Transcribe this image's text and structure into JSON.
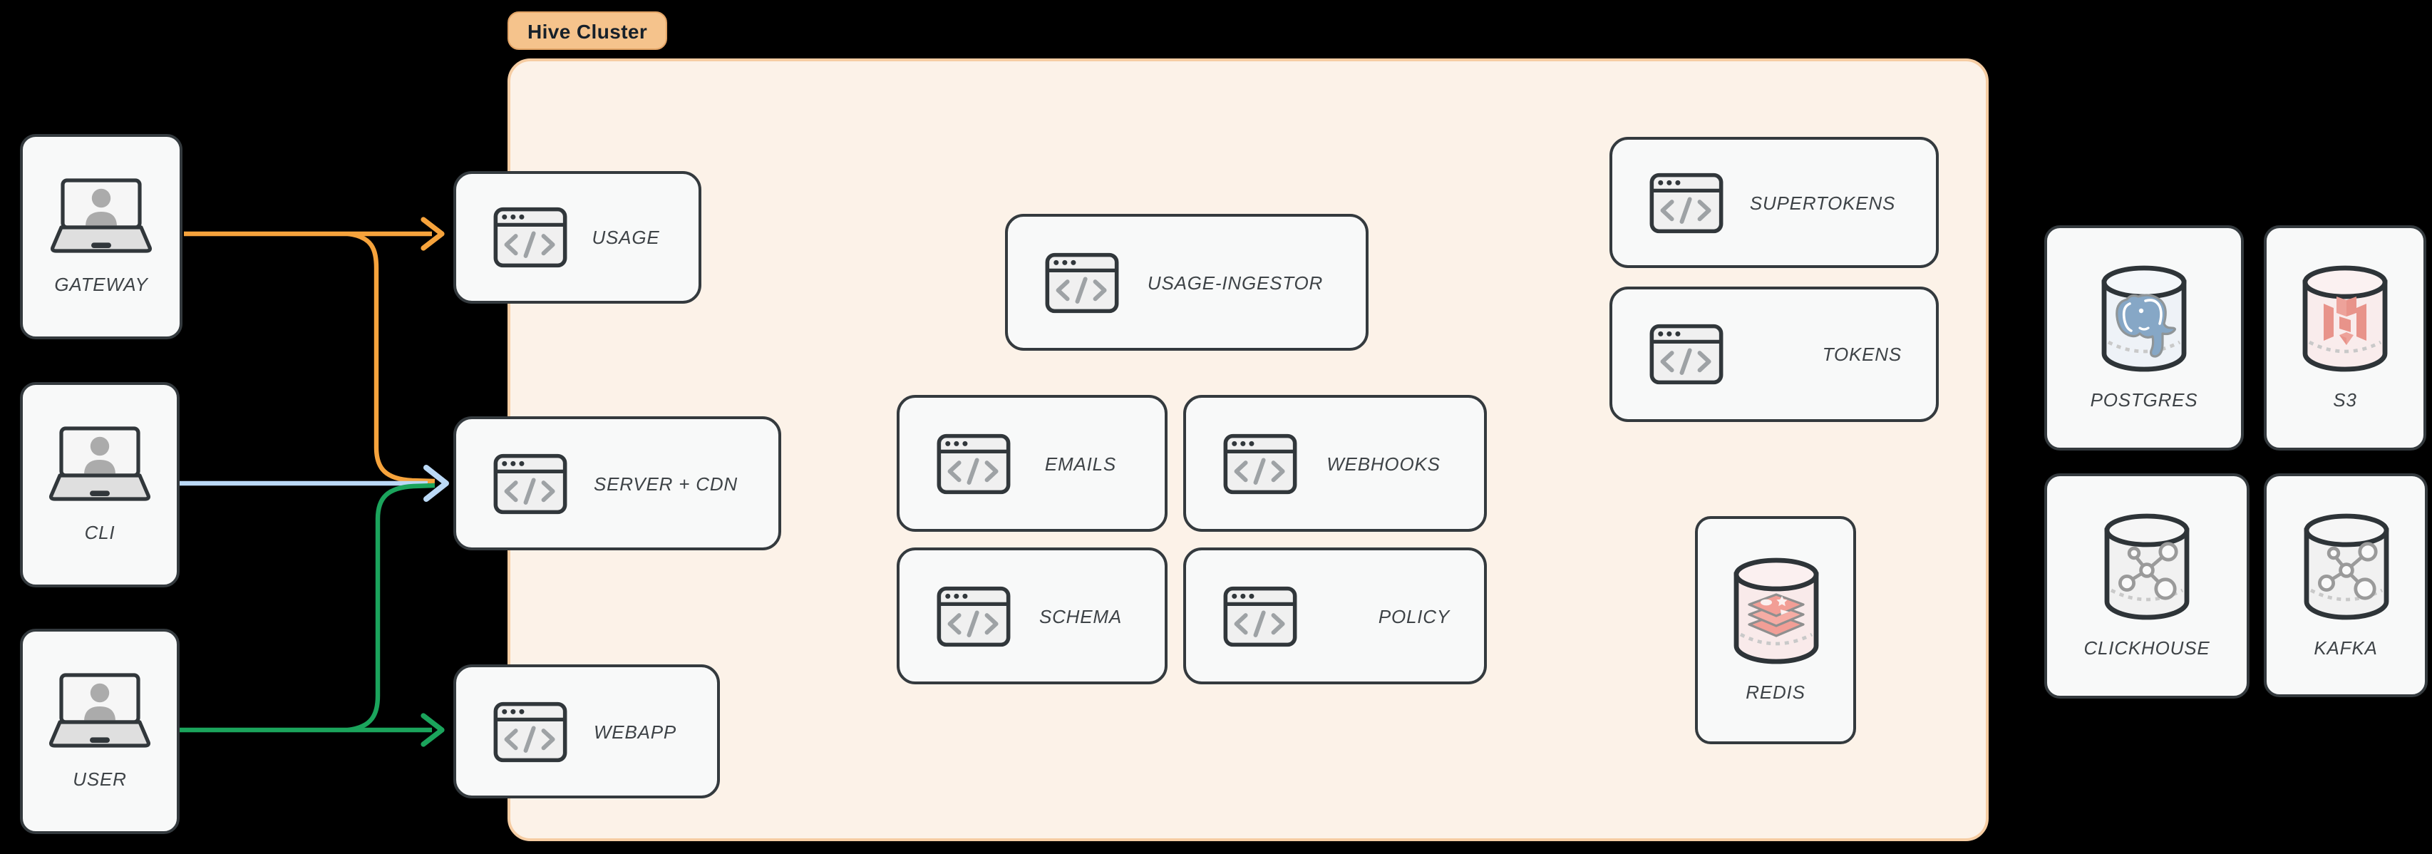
{
  "page": {
    "background": "#000000"
  },
  "cluster": {
    "label": "Hive Cluster",
    "badge_bg": "#F5C38C",
    "badge_text_color": "#16202A",
    "bg": "#FCF2E8",
    "border": "#F6CDA3"
  },
  "node_style": {
    "bg": "#F8F9F9",
    "border": "#343A3E",
    "label_color": "#3E4347"
  },
  "sources": [
    {
      "id": "gateway",
      "label": "GATEWAY",
      "icon": "laptop-user-icon"
    },
    {
      "id": "cli",
      "label": "CLI",
      "icon": "laptop-user-icon"
    },
    {
      "id": "user",
      "label": "USER",
      "icon": "laptop-user-icon"
    }
  ],
  "services": [
    {
      "id": "usage",
      "label": "USAGE",
      "icon": "code-window-icon"
    },
    {
      "id": "server-cdn",
      "label": "SERVER + CDN",
      "icon": "code-window-icon"
    },
    {
      "id": "webapp",
      "label": "WEBAPP",
      "icon": "code-window-icon"
    },
    {
      "id": "usage-ingestor",
      "label": "USAGE-INGESTOR",
      "icon": "code-window-icon"
    },
    {
      "id": "emails",
      "label": "EMAILS",
      "icon": "code-window-icon"
    },
    {
      "id": "webhooks",
      "label": "WEBHOOKS",
      "icon": "code-window-icon"
    },
    {
      "id": "schema",
      "label": "SCHEMA",
      "icon": "code-window-icon"
    },
    {
      "id": "policy",
      "label": "POLICY",
      "icon": "code-window-icon"
    },
    {
      "id": "supertokens",
      "label": "SUPERTOKENS",
      "icon": "code-window-icon"
    },
    {
      "id": "tokens",
      "label": "TOKENS",
      "icon": "code-window-icon"
    }
  ],
  "datastores": [
    {
      "id": "redis",
      "label": "REDIS",
      "icon": "database-cylinder-icon",
      "logo": "redis-logo",
      "tint": "#F9EAEA"
    },
    {
      "id": "postgres",
      "label": "POSTGRES",
      "icon": "database-cylinder-icon",
      "logo": "postgres-logo",
      "tint": "#EEF2F7"
    },
    {
      "id": "s3",
      "label": "S3",
      "icon": "database-cylinder-icon",
      "logo": "s3-logo",
      "tint": "#F9ECEC"
    },
    {
      "id": "clickhouse",
      "label": "CLICKHOUSE",
      "icon": "database-cylinder-icon",
      "logo": "molecule-logo",
      "tint": "#F1F1F1"
    },
    {
      "id": "kafka",
      "label": "KAFKA",
      "icon": "database-cylinder-icon",
      "logo": "molecule-logo",
      "tint": "#F1F1F1"
    }
  ],
  "edges": [
    {
      "from": "GATEWAY",
      "to": "USAGE",
      "color": "#F6A33C"
    },
    {
      "from": "GATEWAY",
      "to": "SERVER + CDN",
      "color": "#F6A33C"
    },
    {
      "from": "CLI",
      "to": "SERVER + CDN",
      "color": "#BBD9F6"
    },
    {
      "from": "USER",
      "to": "SERVER + CDN",
      "color": "#1BA45C"
    },
    {
      "from": "USER",
      "to": "WEBAPP",
      "color": "#1BA45C"
    }
  ]
}
